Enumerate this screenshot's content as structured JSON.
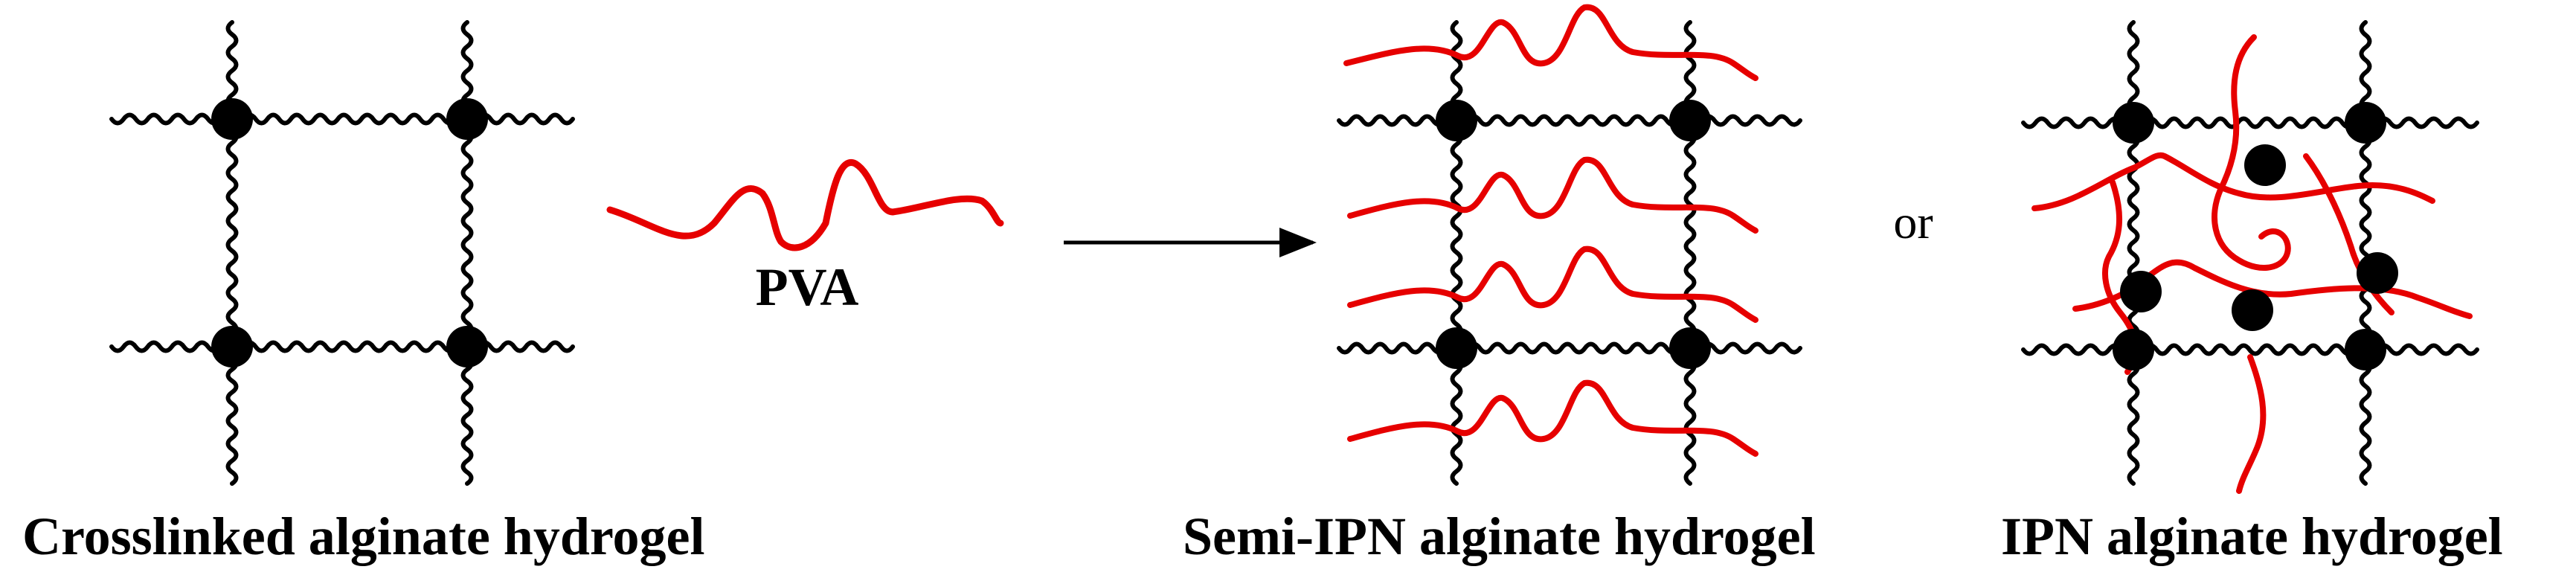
{
  "panels": {
    "left": {
      "caption": "Crosslinked alginate hydrogel"
    },
    "pva": {
      "label": "PVA"
    },
    "middle": {
      "caption": "Semi-IPN alginate hydrogel"
    },
    "connector": {
      "text": "or"
    },
    "right": {
      "caption": "IPN alginate hydrogel"
    }
  },
  "colors": {
    "alginate_chain": "#000000",
    "crosslink_node": "#000000",
    "pva_chain": "#e60000",
    "arrow": "#000000"
  }
}
